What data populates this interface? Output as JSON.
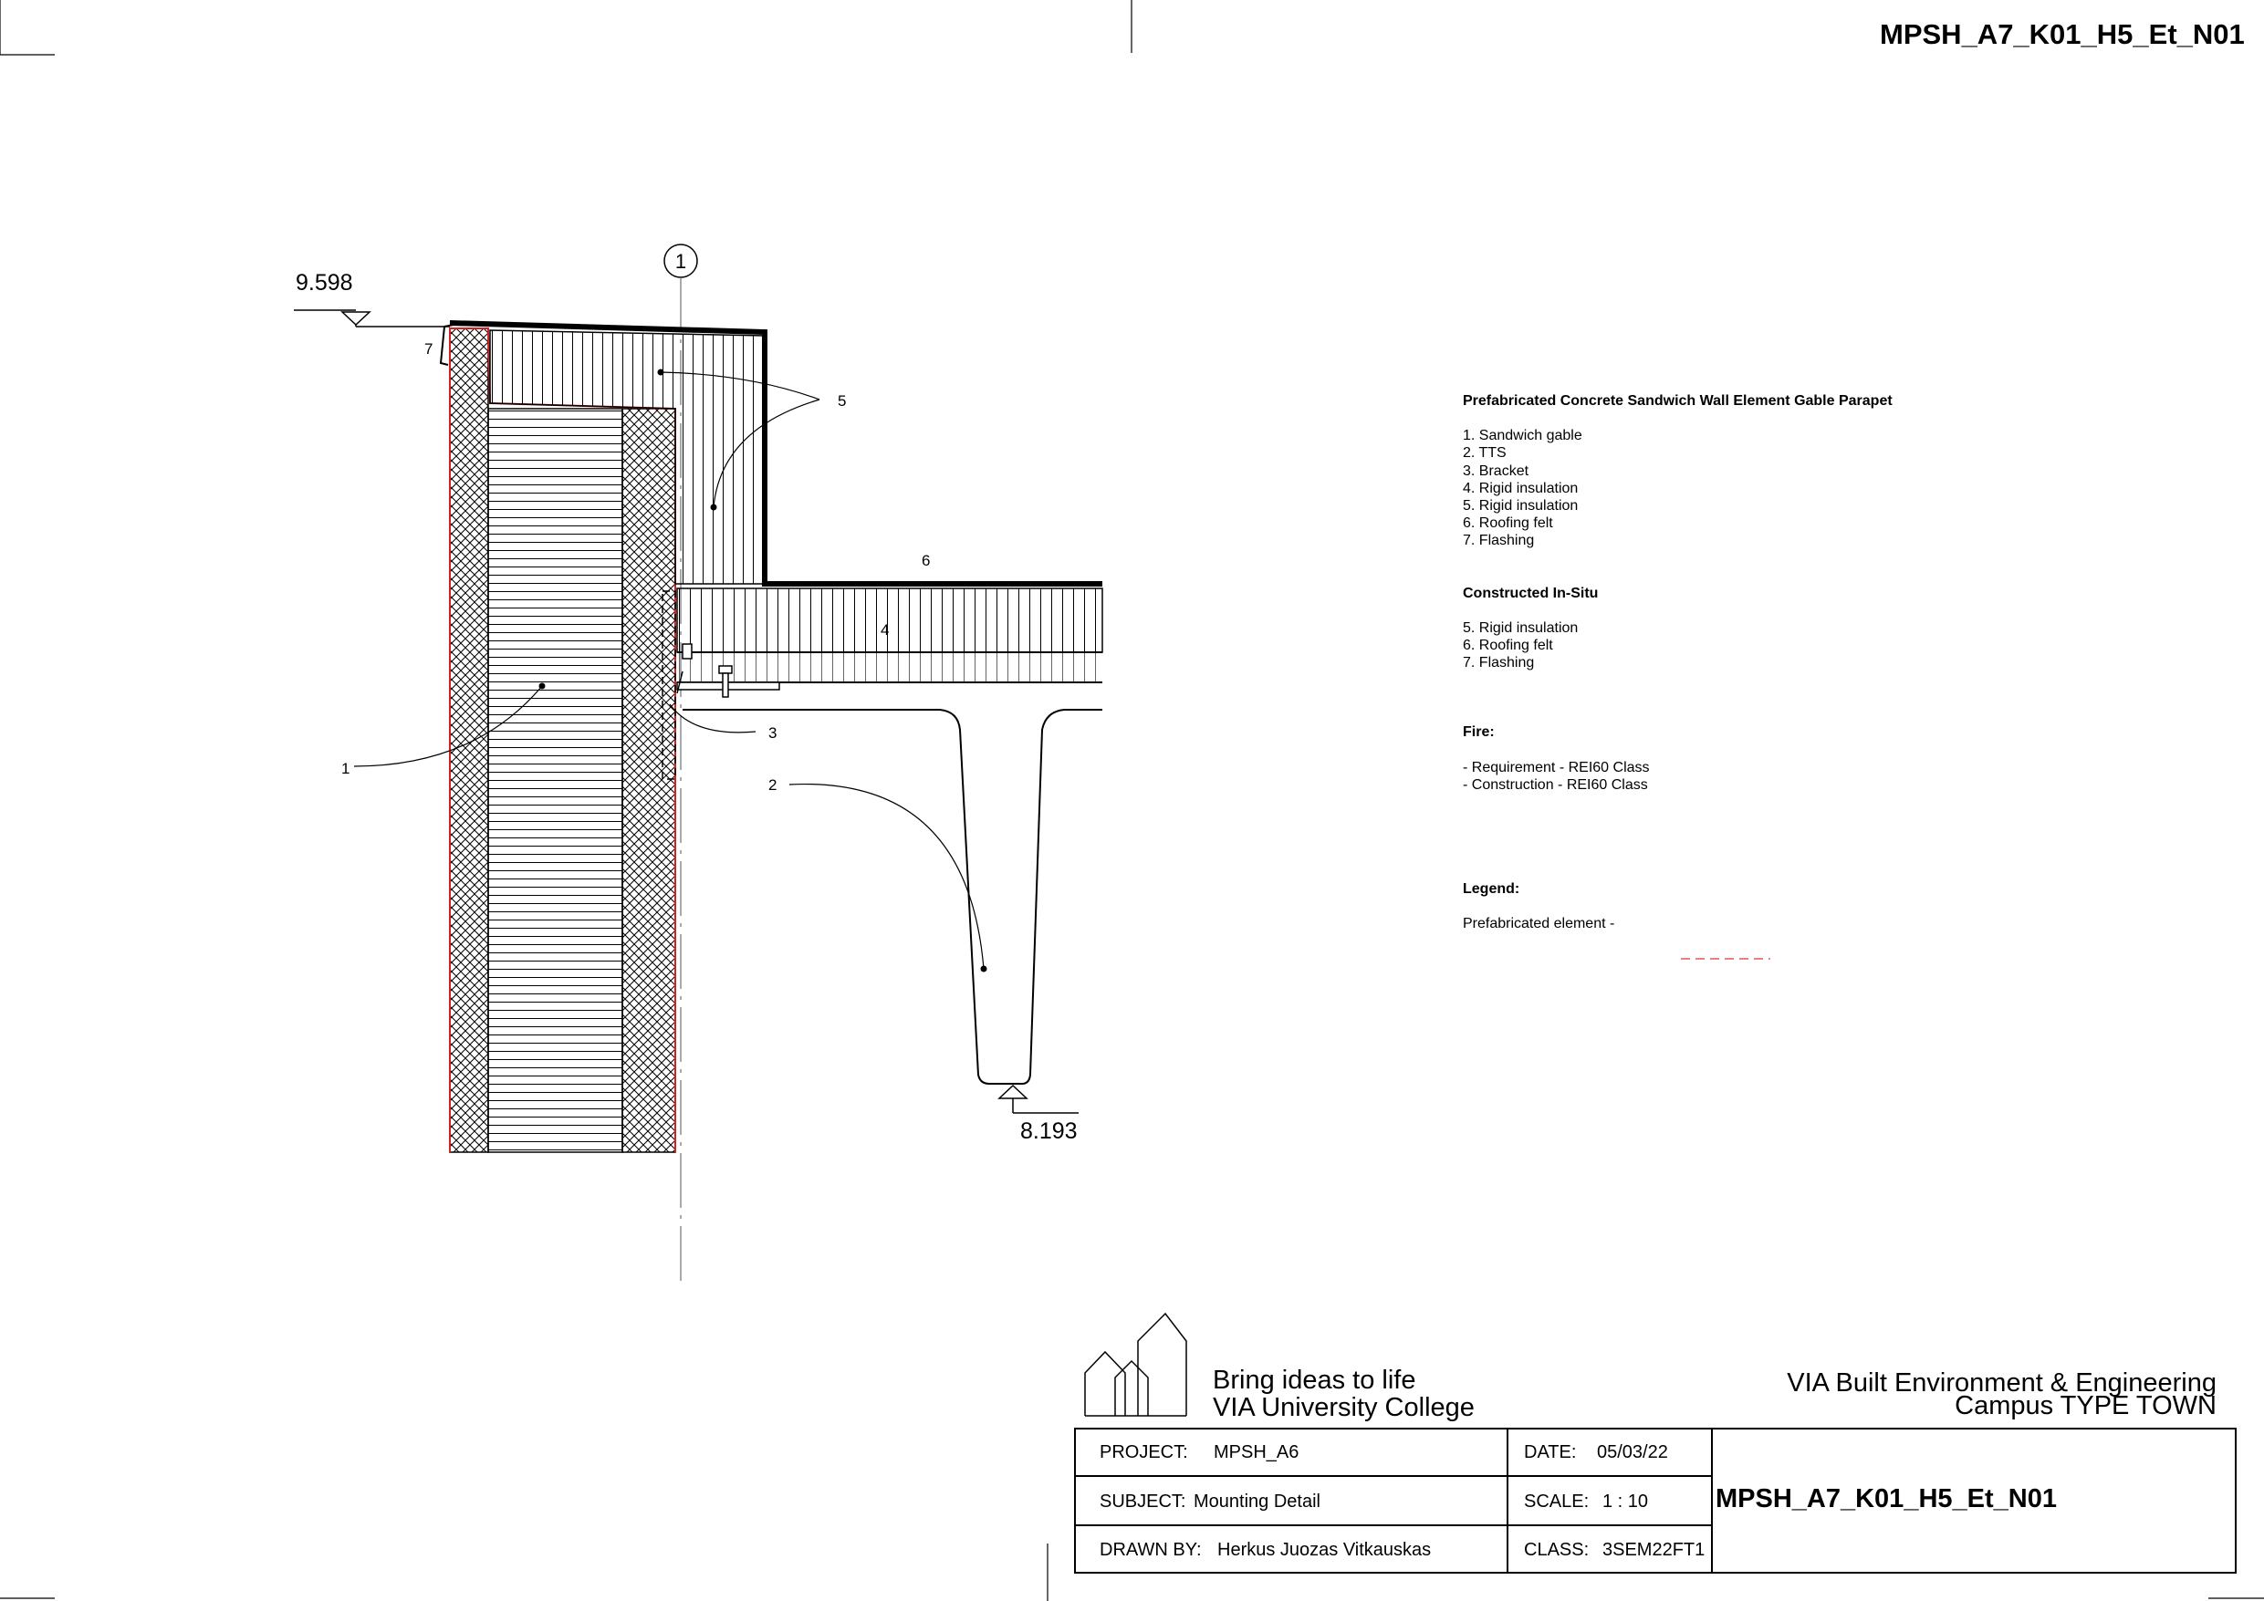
{
  "sheet": {
    "code": "MPSH_A7_K01_H5_Et_N01"
  },
  "drawing": {
    "grid_label": "1",
    "level_top": "9.598",
    "level_bottom": "8.193",
    "callouts": [
      "1",
      "2",
      "3",
      "4",
      "5",
      "6",
      "7"
    ]
  },
  "notes": {
    "prefab_title": "Prefabricated Concrete Sandwich Wall Element Gable Parapet",
    "prefab_items": [
      "1. Sandwich gable",
      "2. TTS",
      "3. Bracket",
      "4. Rigid insulation",
      "5. Rigid insulation",
      "6. Roofing felt",
      "7. Flashing"
    ],
    "insitu_title": "Constructed In-Situ",
    "insitu_items": [
      "5. Rigid insulation",
      "6. Roofing felt",
      "7. Flashing"
    ],
    "fire_title": "Fire:",
    "fire_items": [
      "- Requirement - REI60 Class",
      "- Construction - REI60 Class"
    ],
    "legend_title": "Legend:",
    "legend_item": "Prefabricated element -",
    "legend_color": "#e05a5a"
  },
  "title_block": {
    "slogan": "Bring ideas to life",
    "school": "VIA University College",
    "institution": "VIA Built Environment & Engineering",
    "campus": "Campus TYPE TOWN",
    "project_label": "PROJECT:",
    "project_value": "MPSH_A6",
    "subject_label": "SUBJECT:",
    "subject_value": "Mounting Detail",
    "drawn_label": "DRAWN BY:",
    "drawn_value": "Herkus Juozas Vitkauskas",
    "date_label": "DATE:",
    "date_value": "05/03/22",
    "scale_label": "SCALE:",
    "scale_value": "1 : 10",
    "class_label": "CLASS:",
    "class_value": "3SEM22FT1",
    "drawing_code": "MPSH_A7_K01_H5_Et_N01"
  },
  "colors": {
    "prefab_outline": "#d42020",
    "line": "#000000"
  }
}
